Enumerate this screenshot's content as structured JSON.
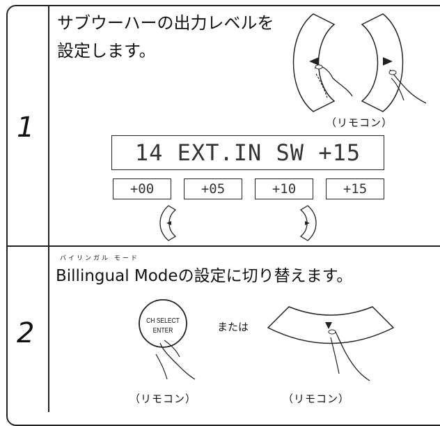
{
  "steps": [
    {
      "number": "1",
      "instruction_line1": "サブウーハーの出力レベルを",
      "instruction_line2": "設定します。",
      "remote_caption": "（リモコン）",
      "display_text": "14 EXT.IN SW +15",
      "levels": [
        "+00",
        "+05",
        "+10",
        "+15"
      ]
    },
    {
      "number": "2",
      "furigana": "バイリンガル モード",
      "instruction_prefix": "Billingual Mode",
      "instruction_suffix": "の設定に切り替えます。",
      "button_line1": "CH SELECT",
      "button_line2": "ENTER",
      "or_text": "または",
      "remote_caption_left": "（リモコン）",
      "remote_caption_right": "（リモコン）"
    }
  ],
  "colors": {
    "line": "#222222",
    "text": "#111111",
    "lcd_text": "#333333"
  }
}
